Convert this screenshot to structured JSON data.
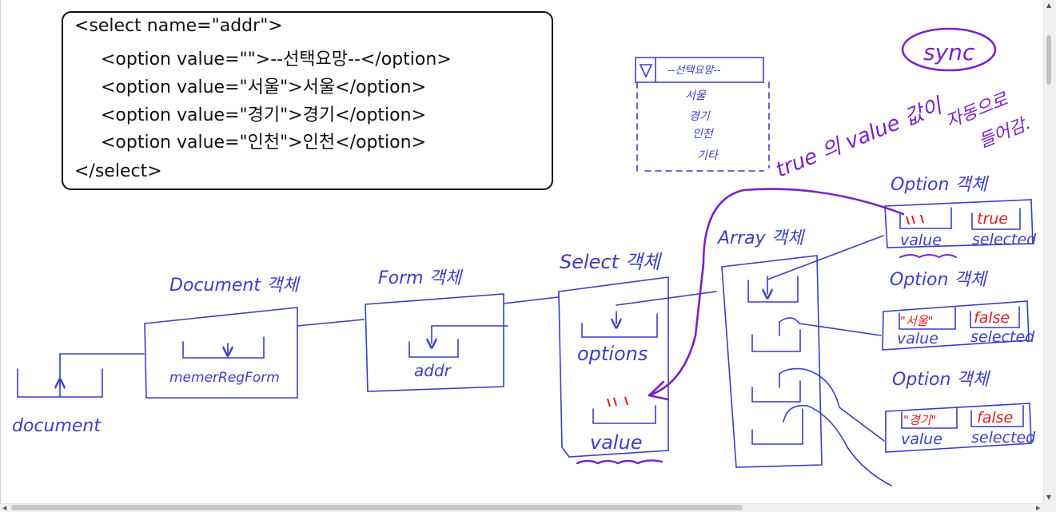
{
  "code_box": {
    "lines": [
      "<select name=\"addr\">",
      "<option value=\"\">--선택요망--</option>",
      "<option value=\"서울\">서울</option>",
      "<option value=\"경기\">경기</option>",
      "<option value=\"인천\">인천</option>",
      "</select>"
    ]
  },
  "dropdown_sketch": {
    "placeholder": "--선택요망--",
    "options": [
      "서울",
      "경기",
      "인천",
      "기타"
    ]
  },
  "notes": {
    "sync": "sync",
    "true_value": "true 의 value 값이",
    "auto_line1": "자동으로",
    "auto_line2": "들어감."
  },
  "diagram": {
    "document_var": "document",
    "document_obj": "Document 객체",
    "member_form": "memerRegForm",
    "form_obj": "Form 객체",
    "addr": "addr",
    "select_obj": "Select 객체",
    "options": "options",
    "value_current": "\"\"",
    "value_label": "value",
    "array_obj": "Array 객체",
    "option_objs": [
      {
        "title": "Option 객체",
        "value": "\"\"",
        "selected": "true",
        "value_label": "value",
        "selected_label": "selected"
      },
      {
        "title": "Option 객체",
        "value": "\"서울\"",
        "selected": "false",
        "value_label": "value",
        "selected_label": "selected"
      },
      {
        "title": "Option 객체",
        "value": "\"경기\"",
        "selected": "false",
        "value_label": "value",
        "selected_label": "selected"
      }
    ]
  },
  "colors": {
    "ink_blue": "#3a3fc4",
    "ink_purple": "#7a22c9",
    "ink_red": "#e01b1b",
    "code_text": "#111111"
  }
}
